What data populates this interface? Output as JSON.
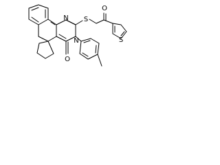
{
  "structure": {
    "atom_labels": {
      "n_upper": "N",
      "n_lower": "N",
      "s_linker": "S",
      "o_ketone": "O",
      "s_thiophene": "S",
      "o_lactam": "O"
    }
  }
}
